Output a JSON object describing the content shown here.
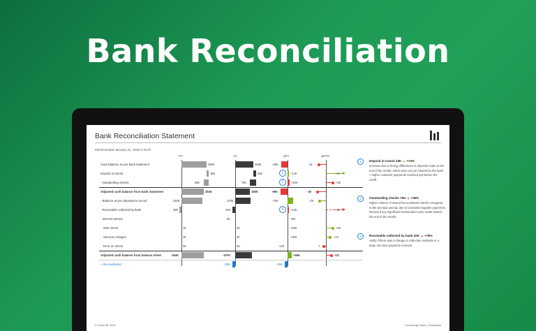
{
  "hero_title": "Bank Reconciliation",
  "report": {
    "title": "Bank Reconciliation Statement",
    "subtitle": "Month Ended January 31, 2025 in EUR",
    "columns": {
      "py": "PY",
      "ac": "AC",
      "dpy": "ΔPY",
      "dpy_pct": "ΔPY%"
    }
  },
  "rows": [
    {
      "label": "Cash balance as per bank statement",
      "py": "290K",
      "ac": "208K",
      "dpy": "-90K",
      "pct": "-31"
    },
    {
      "label": "Deposit in transit",
      "py": "18K",
      "ac": "33K",
      "dpy": "+14K",
      "pct": "+74",
      "note": "1"
    },
    {
      "label": "- Outstanding checks",
      "py": "55K",
      "ac": "75K",
      "dpy": "+20K",
      "pct": "+36",
      "note": "2"
    },
    {
      "label": "Adjusted cash balance from bank statement",
      "py": "254K",
      "ac": "158K",
      "dpy": "-96K",
      "pct": "-38"
    },
    {
      "label": "- Balance as per depositor's record",
      "py": "240K",
      "ac": "170K",
      "dpy": "-70K",
      "pct": "-29"
    },
    {
      "label": "- Receivable collected by bank",
      "py": "18K",
      "ac": "32K",
      "dpy": "+14K",
      "pct": "+78",
      "note": "3"
    },
    {
      "label": "- Interest earned",
      "py": "",
      "ac": "80",
      "dpy": "+80",
      "pct": ""
    },
    {
      "label": "NSF check",
      "py": "1K",
      "ac": "2K",
      "dpy": "+500",
      "pct": "+25"
    },
    {
      "label": "Services charges",
      "py": "1K",
      "ac": "2K",
      "dpy": "+200",
      "pct": "+13"
    },
    {
      "label": "Error on check",
      "py": "2K",
      "ac": "2K",
      "dpy": "-120",
      "pct": "-7"
    },
    {
      "label": "Adjusted cash balance from balance sheet",
      "py": "-254K",
      "ac": "-197K",
      "dpy": "+56K",
      "pct": "+22"
    },
    {
      "label": "= Reconciliation",
      "py": "",
      "ac": "-39K",
      "dpy": "-39K",
      "pct": ""
    }
  ],
  "notes": [
    {
      "num": "1",
      "head": "Deposit in transit 33K",
      "delta": "+74%",
      "body": "Increase due to timing differences in deposits made at the end of the month, which were not yet cleared by the bank -> higher customer payments received just before the cutoff."
    },
    {
      "num": "2",
      "head": "Outstanding checks 75K",
      "delta": "+36%",
      "body": "Higher volume of issued but uncleared checks compared to the previous period, due to increased supplier payments. Review if any significant transactions were made toward the end of the month."
    },
    {
      "num": "3",
      "head": "Receivable collected by bank 32K",
      "delta": "+78%",
      "body": "Verify if there was a change in collection methods or a large one-time payment received."
    }
  ],
  "footer": {
    "left": "© Zebra BI 2025",
    "right": "Knowledge Base  |  Templates"
  },
  "colors": {
    "negative": "#e53935",
    "positive": "#7cb518",
    "accent": "#1f7bd6",
    "py": "#9e9e9e",
    "ac": "#3a3a3a"
  }
}
